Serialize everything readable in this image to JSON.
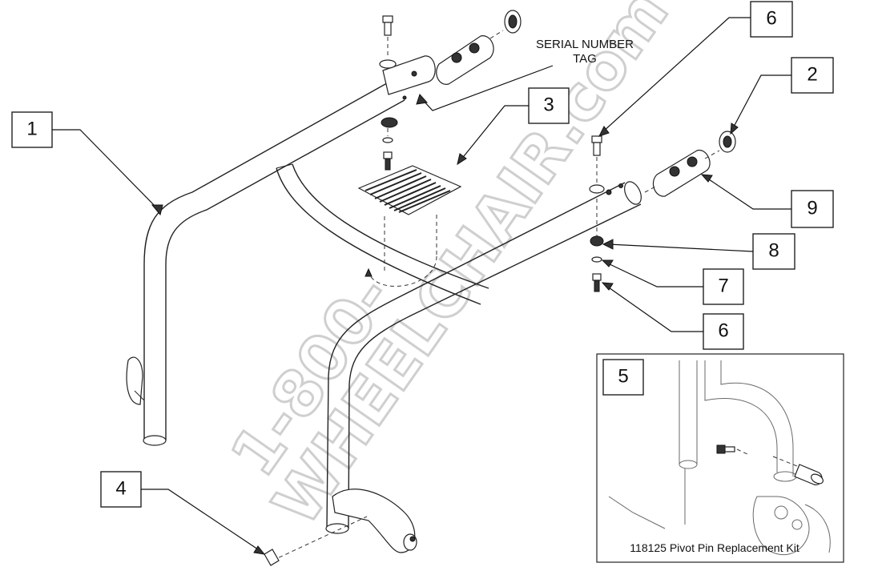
{
  "serial_tag": {
    "line1": "SERIAL NUMBER",
    "line2": "TAG"
  },
  "kit_caption": "118125 Pivot Pin Replacement Kit",
  "watermark": {
    "line1": "1-800-",
    "line2": "WHEELCHAIR.com"
  },
  "callouts": {
    "c1": "1",
    "c2": "2",
    "c3": "3",
    "c4": "4",
    "c5": "5",
    "c6a": "6",
    "c6b": "6",
    "c7": "7",
    "c8": "8",
    "c9": "9"
  },
  "colors": {
    "line": "#222222",
    "watermark": "#cfcfcf",
    "background": "#ffffff"
  }
}
